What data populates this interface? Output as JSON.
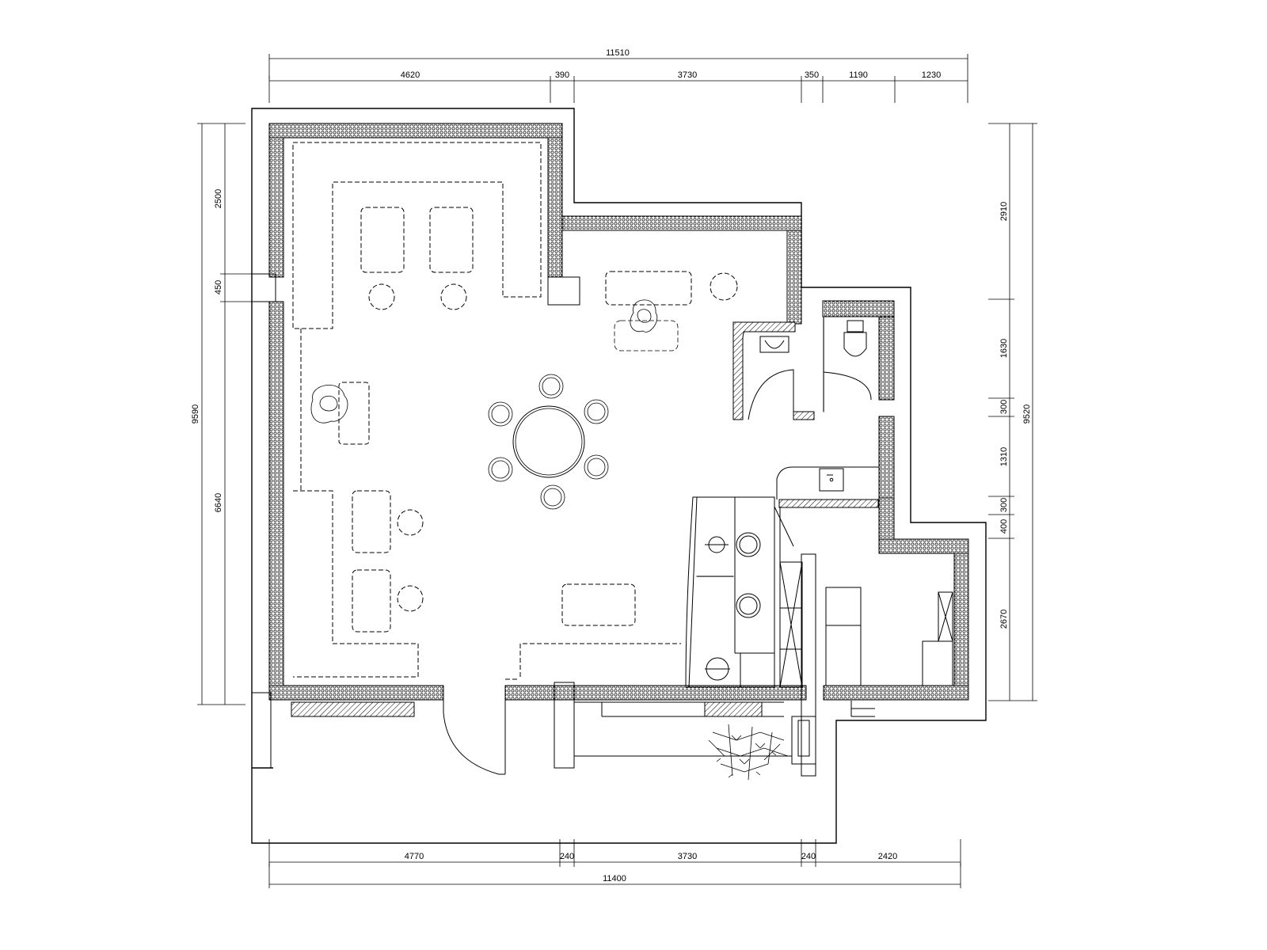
{
  "dimensions": {
    "top_overall": "11510",
    "top": [
      "4620",
      "390",
      "3730",
      "350",
      "1190",
      "1230"
    ],
    "bottom": [
      "4770",
      "240",
      "3730",
      "240",
      "2420"
    ],
    "bottom_overall": "11400",
    "left_overall": "9590",
    "left": [
      "2500",
      "450",
      "6640"
    ],
    "right": [
      "2910",
      "1630",
      "300",
      "1310",
      "300",
      "400",
      "2670"
    ],
    "right_overall": "9520"
  }
}
